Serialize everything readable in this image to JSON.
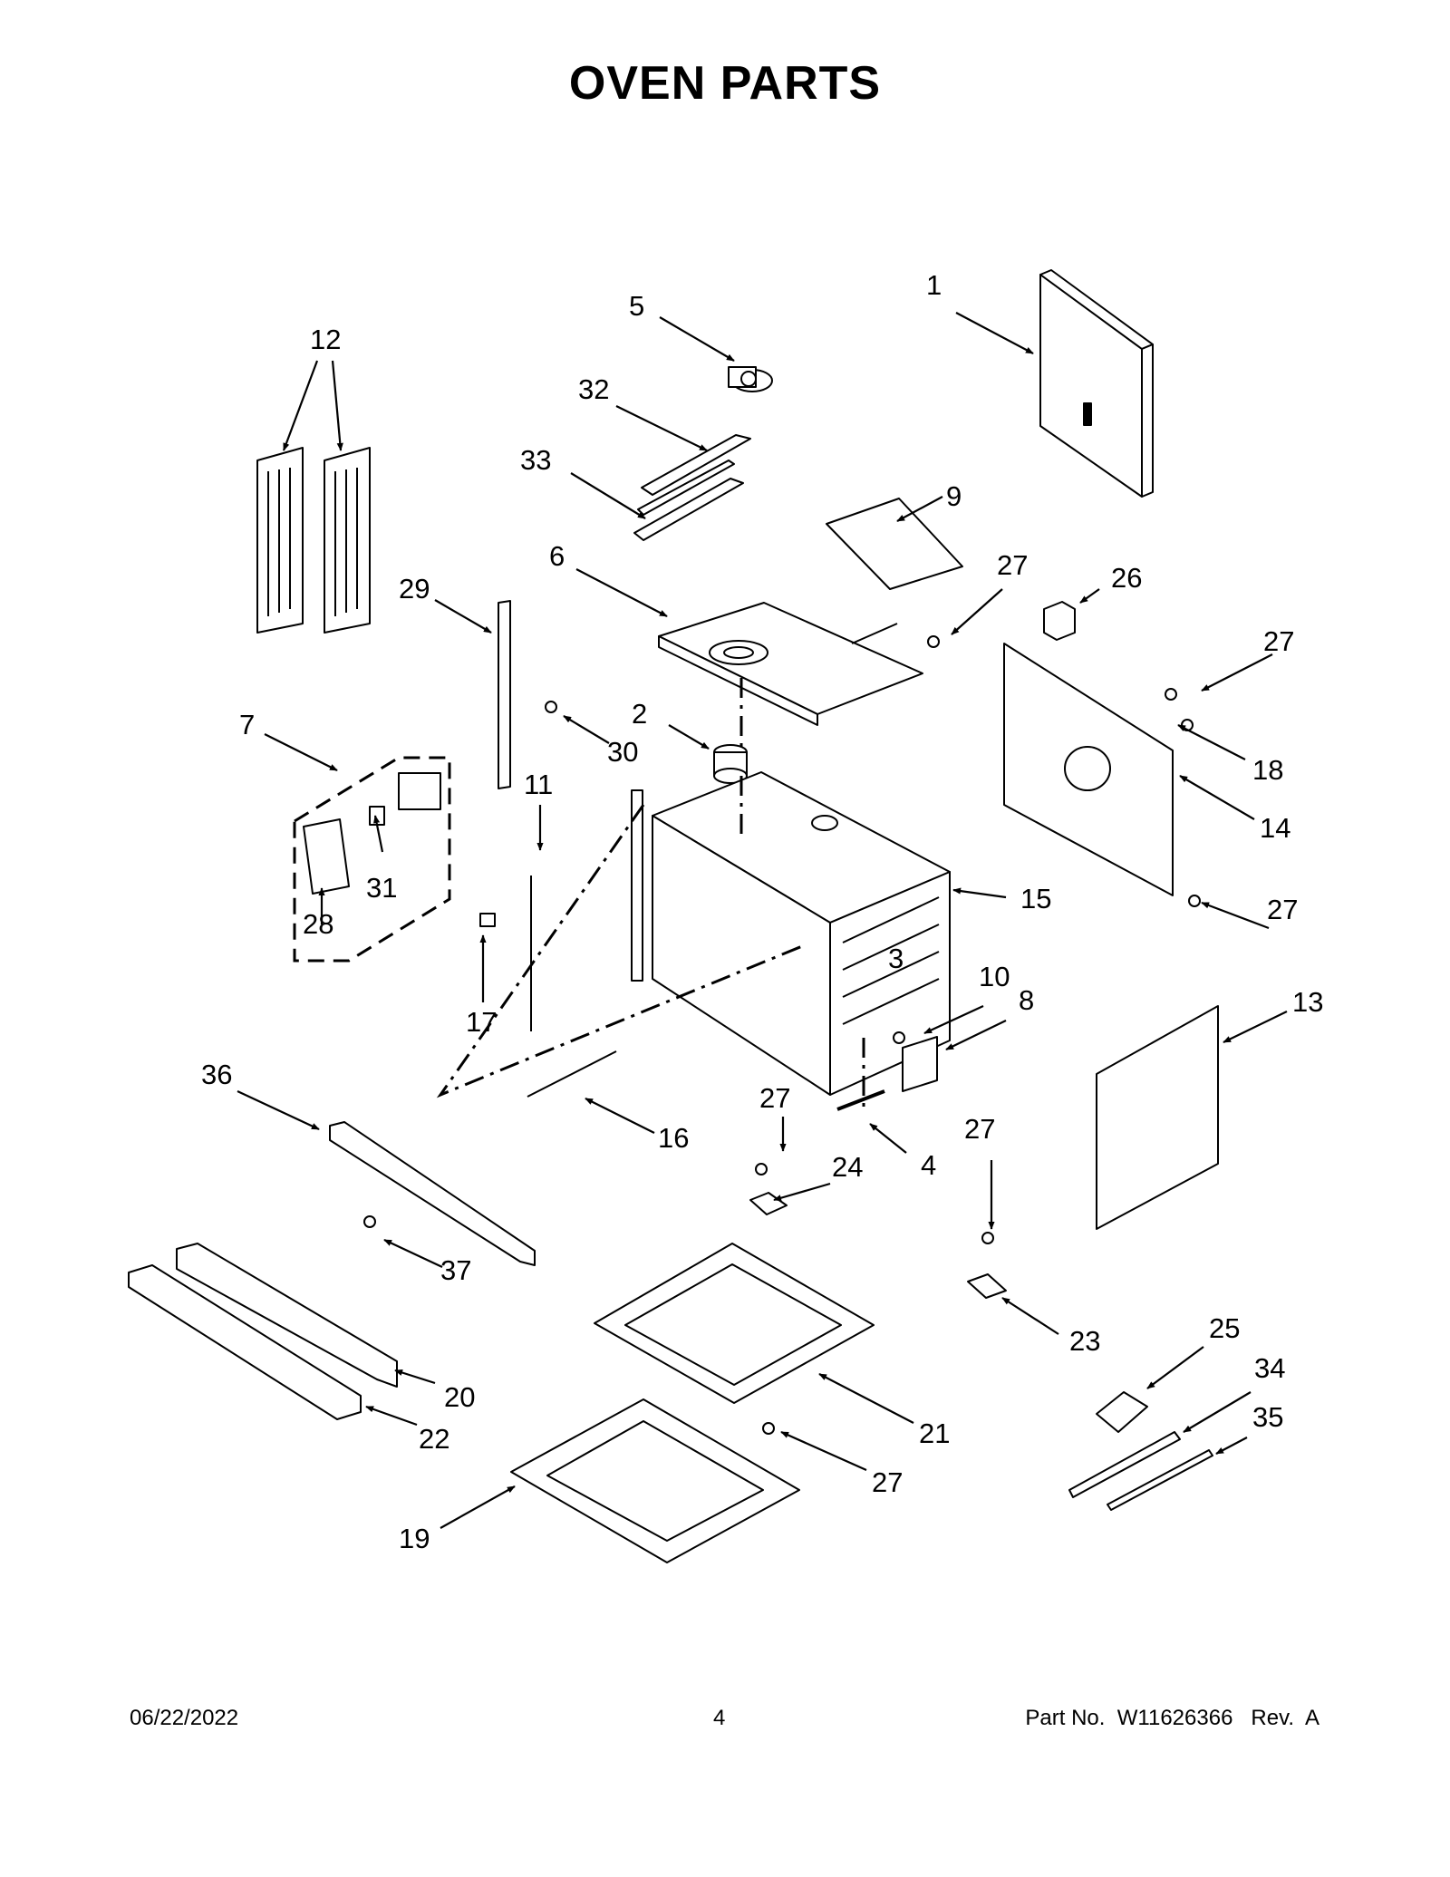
{
  "title": "OVEN PARTS",
  "footer": {
    "date": "06/22/2022",
    "page": "4",
    "part_no": "Part No.  W11626366   Rev.  A"
  },
  "parts": [
    {
      "num": "1"
    },
    {
      "num": "12"
    },
    {
      "num": "5"
    },
    {
      "num": "32"
    },
    {
      "num": "33"
    },
    {
      "num": "9"
    },
    {
      "num": "6"
    },
    {
      "num": "27"
    },
    {
      "num": "26"
    },
    {
      "num": "29"
    },
    {
      "num": "27"
    },
    {
      "num": "2"
    },
    {
      "num": "30"
    },
    {
      "num": "7"
    },
    {
      "num": "11"
    },
    {
      "num": "18"
    },
    {
      "num": "14"
    },
    {
      "num": "31"
    },
    {
      "num": "28"
    },
    {
      "num": "15"
    },
    {
      "num": "27"
    },
    {
      "num": "3"
    },
    {
      "num": "10"
    },
    {
      "num": "8"
    },
    {
      "num": "17"
    },
    {
      "num": "13"
    },
    {
      "num": "36"
    },
    {
      "num": "16"
    },
    {
      "num": "27"
    },
    {
      "num": "24"
    },
    {
      "num": "4"
    },
    {
      "num": "27"
    },
    {
      "num": "37"
    },
    {
      "num": "23"
    },
    {
      "num": "20"
    },
    {
      "num": "25"
    },
    {
      "num": "34"
    },
    {
      "num": "22"
    },
    {
      "num": "21"
    },
    {
      "num": "35"
    },
    {
      "num": "27"
    },
    {
      "num": "19"
    }
  ]
}
